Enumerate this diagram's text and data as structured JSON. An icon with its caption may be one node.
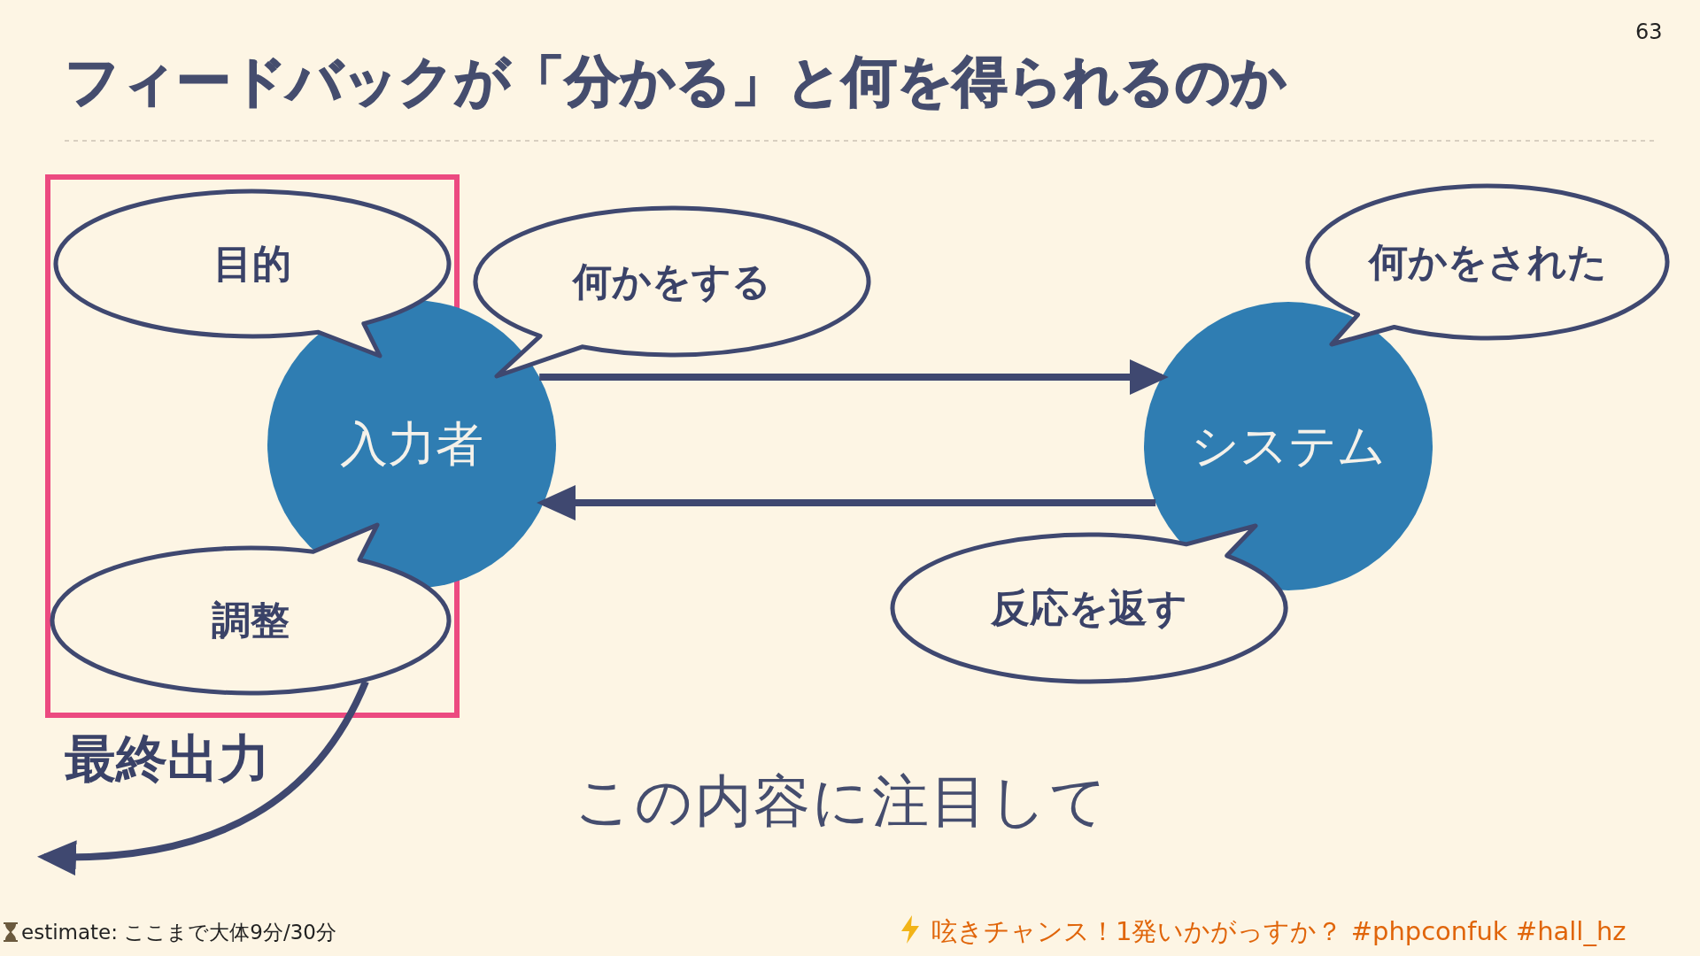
{
  "diagram": {
    "title": "フィードバックが「分かる」と何を得られるのか",
    "nodes": [
      {
        "text": [],
        "shape": "box"
      },
      {
        "text": [
          "目的"
        ],
        "in": 0
      },
      {
        "text": [
          "何かをする"
        ]
      },
      {
        "text": [
          "何かをされた"
        ]
      },
      {
        "text": [
          "入力者"
        ]
      },
      {
        "text": [
          "システム"
        ]
      },
      {
        "text": [
          "調整"
        ],
        "in": 0
      },
      {
        "text": [
          "反応を返す"
        ]
      }
    ],
    "edges": [
      {
        "from": 4,
        "to": 5,
        "arrow": "to"
      },
      {
        "from": 5,
        "to": 4,
        "arrow": "to"
      },
      {
        "from": 6,
        "to": null,
        "arrow": "to",
        "label": "最終出力"
      }
    ],
    "labels": [
      "63",
      "この内容に注目して",
      "estimate: ここまで大体9分/30分",
      "呟きチャンス！1発いかがっすか？ #phpconfuk #hall_hz"
    ]
  }
}
